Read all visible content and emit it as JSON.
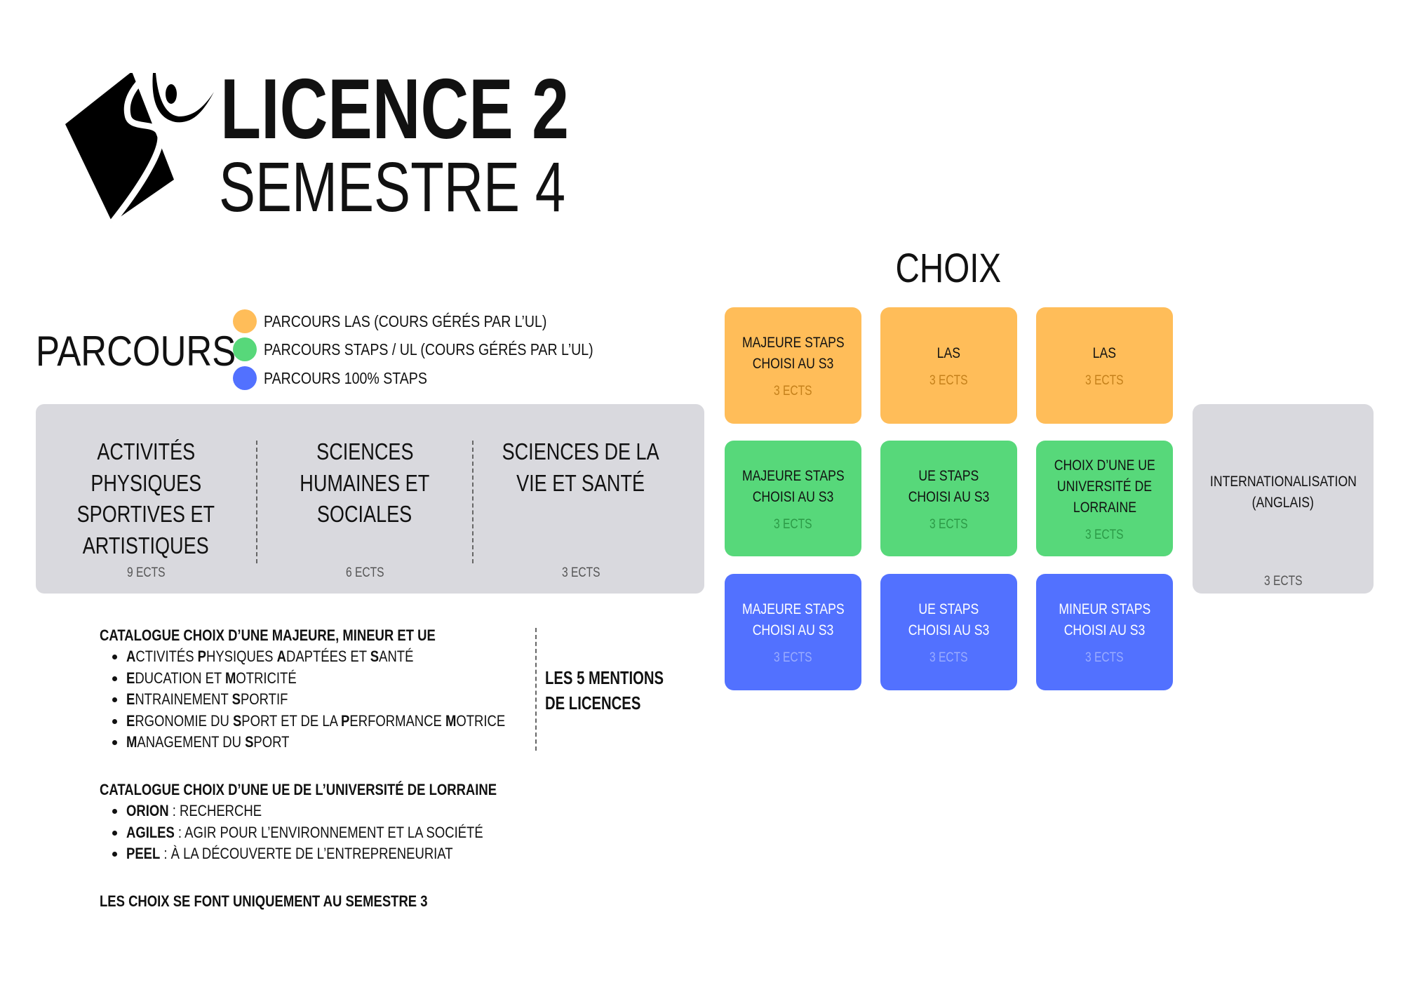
{
  "header": {
    "title_line1": "LICENCE 2",
    "title_line2": "SEMESTRE 4",
    "logo_icon": "staps-diamond-logo"
  },
  "choix_title": "CHOIX",
  "parcours": {
    "title": "PARCOURS",
    "legend": [
      {
        "label": "PARCOURS LAS (COURS GÉRÉS PAR L’UL)",
        "color": "#FFBD59"
      },
      {
        "label": "PARCOURS STAPS / UL (COURS GÉRÉS PAR L’UL)",
        "color": "#57D87A"
      },
      {
        "label": "PARCOURS 100% STAPS",
        "color": "#5271FF"
      }
    ]
  },
  "common": [
    {
      "lines": [
        "ACTIVITÉS",
        "PHYSIQUES",
        "SPORTIVES ET",
        "ARTISTIQUES"
      ],
      "ects": "9 ECTS"
    },
    {
      "lines": [
        "SCIENCES",
        "HUMAINES ET",
        "SOCIALES"
      ],
      "ects": "6 ECTS"
    },
    {
      "lines": [
        "SCIENCES DE LA",
        "VIE ET SANTÉ"
      ],
      "ects": "3 ECTS"
    }
  ],
  "choices": [
    [
      {
        "lines": [
          "MAJEURE STAPS",
          "CHOISI AU S3"
        ],
        "ects": "3 ECTS"
      },
      {
        "lines": [
          "LAS"
        ],
        "ects": "3 ECTS"
      },
      {
        "lines": [
          "LAS"
        ],
        "ects": "3 ECTS"
      }
    ],
    [
      {
        "lines": [
          "MAJEURE STAPS",
          "CHOISI AU S3"
        ],
        "ects": "3 ECTS"
      },
      {
        "lines": [
          "UE STAPS",
          "CHOISI AU S3"
        ],
        "ects": "3 ECTS"
      },
      {
        "lines": [
          "CHOIX D’UNE UE",
          "UNIVERSITÉ DE",
          "LORRAINE"
        ],
        "ects": "3 ECTS"
      }
    ],
    [
      {
        "lines": [
          "MAJEURE STAPS",
          "CHOISI AU S3"
        ],
        "ects": "3 ECTS"
      },
      {
        "lines": [
          "UE STAPS",
          "CHOISI AU S3"
        ],
        "ects": "3 ECTS"
      },
      {
        "lines": [
          "MINEUR STAPS",
          "CHOISI AU S3"
        ],
        "ects": "3 ECTS"
      }
    ]
  ],
  "international": {
    "lines": [
      "INTERNATIONALISATION",
      "(ANGLAIS)"
    ],
    "ects": "3 ECTS"
  },
  "catalogue1": {
    "title": "CATALOGUE CHOIX D’UNE MAJEURE, MINEUR ET UE",
    "items": [
      [
        [
          "A",
          1
        ],
        [
          "CTIVITÉS ",
          0
        ],
        [
          "P",
          1
        ],
        [
          "HYSIQUES ",
          0
        ],
        [
          "A",
          1
        ],
        [
          "DAPTÉES ET ",
          0
        ],
        [
          "S",
          1
        ],
        [
          "ANTÉ",
          0
        ]
      ],
      [
        [
          "E",
          1
        ],
        [
          "DUCATION ET ",
          0
        ],
        [
          "M",
          1
        ],
        [
          "OTRICITÉ",
          0
        ]
      ],
      [
        [
          "E",
          1
        ],
        [
          "NTRAINEMENT ",
          0
        ],
        [
          "S",
          1
        ],
        [
          "PORTIF",
          0
        ]
      ],
      [
        [
          "E",
          1
        ],
        [
          "RGONOMIE DU ",
          0
        ],
        [
          "S",
          1
        ],
        [
          "PORT ET DE LA ",
          0
        ],
        [
          "P",
          1
        ],
        [
          "ERFORMANCE ",
          0
        ],
        [
          "M",
          1
        ],
        [
          "OTRICE",
          0
        ]
      ],
      [
        [
          "M",
          1
        ],
        [
          "ANAGEMENT DU ",
          0
        ],
        [
          "S",
          1
        ],
        [
          "PORT",
          0
        ]
      ]
    ]
  },
  "mentions": [
    "LES 5 MENTIONS",
    "DE LICENCES"
  ],
  "catalogue2": {
    "title": "CATALOGUE CHOIX D’UNE UE DE L’UNIVERSITÉ DE LORRAINE",
    "items": [
      [
        [
          "ORION",
          1
        ],
        [
          " : RECHERCHE",
          0
        ]
      ],
      [
        [
          "AGILES",
          1
        ],
        [
          " : AGIR POUR L’ENVIRONNEMENT ET LA SOCIÉTÉ",
          0
        ]
      ],
      [
        [
          "PEEL",
          1
        ],
        [
          " : À LA DÉCOUVERTE DE L’ENTREPRENEURIAT",
          0
        ]
      ]
    ]
  },
  "footer_note": "LES CHOIX SE FONT UNIQUEMENT AU SEMESTRE 3"
}
